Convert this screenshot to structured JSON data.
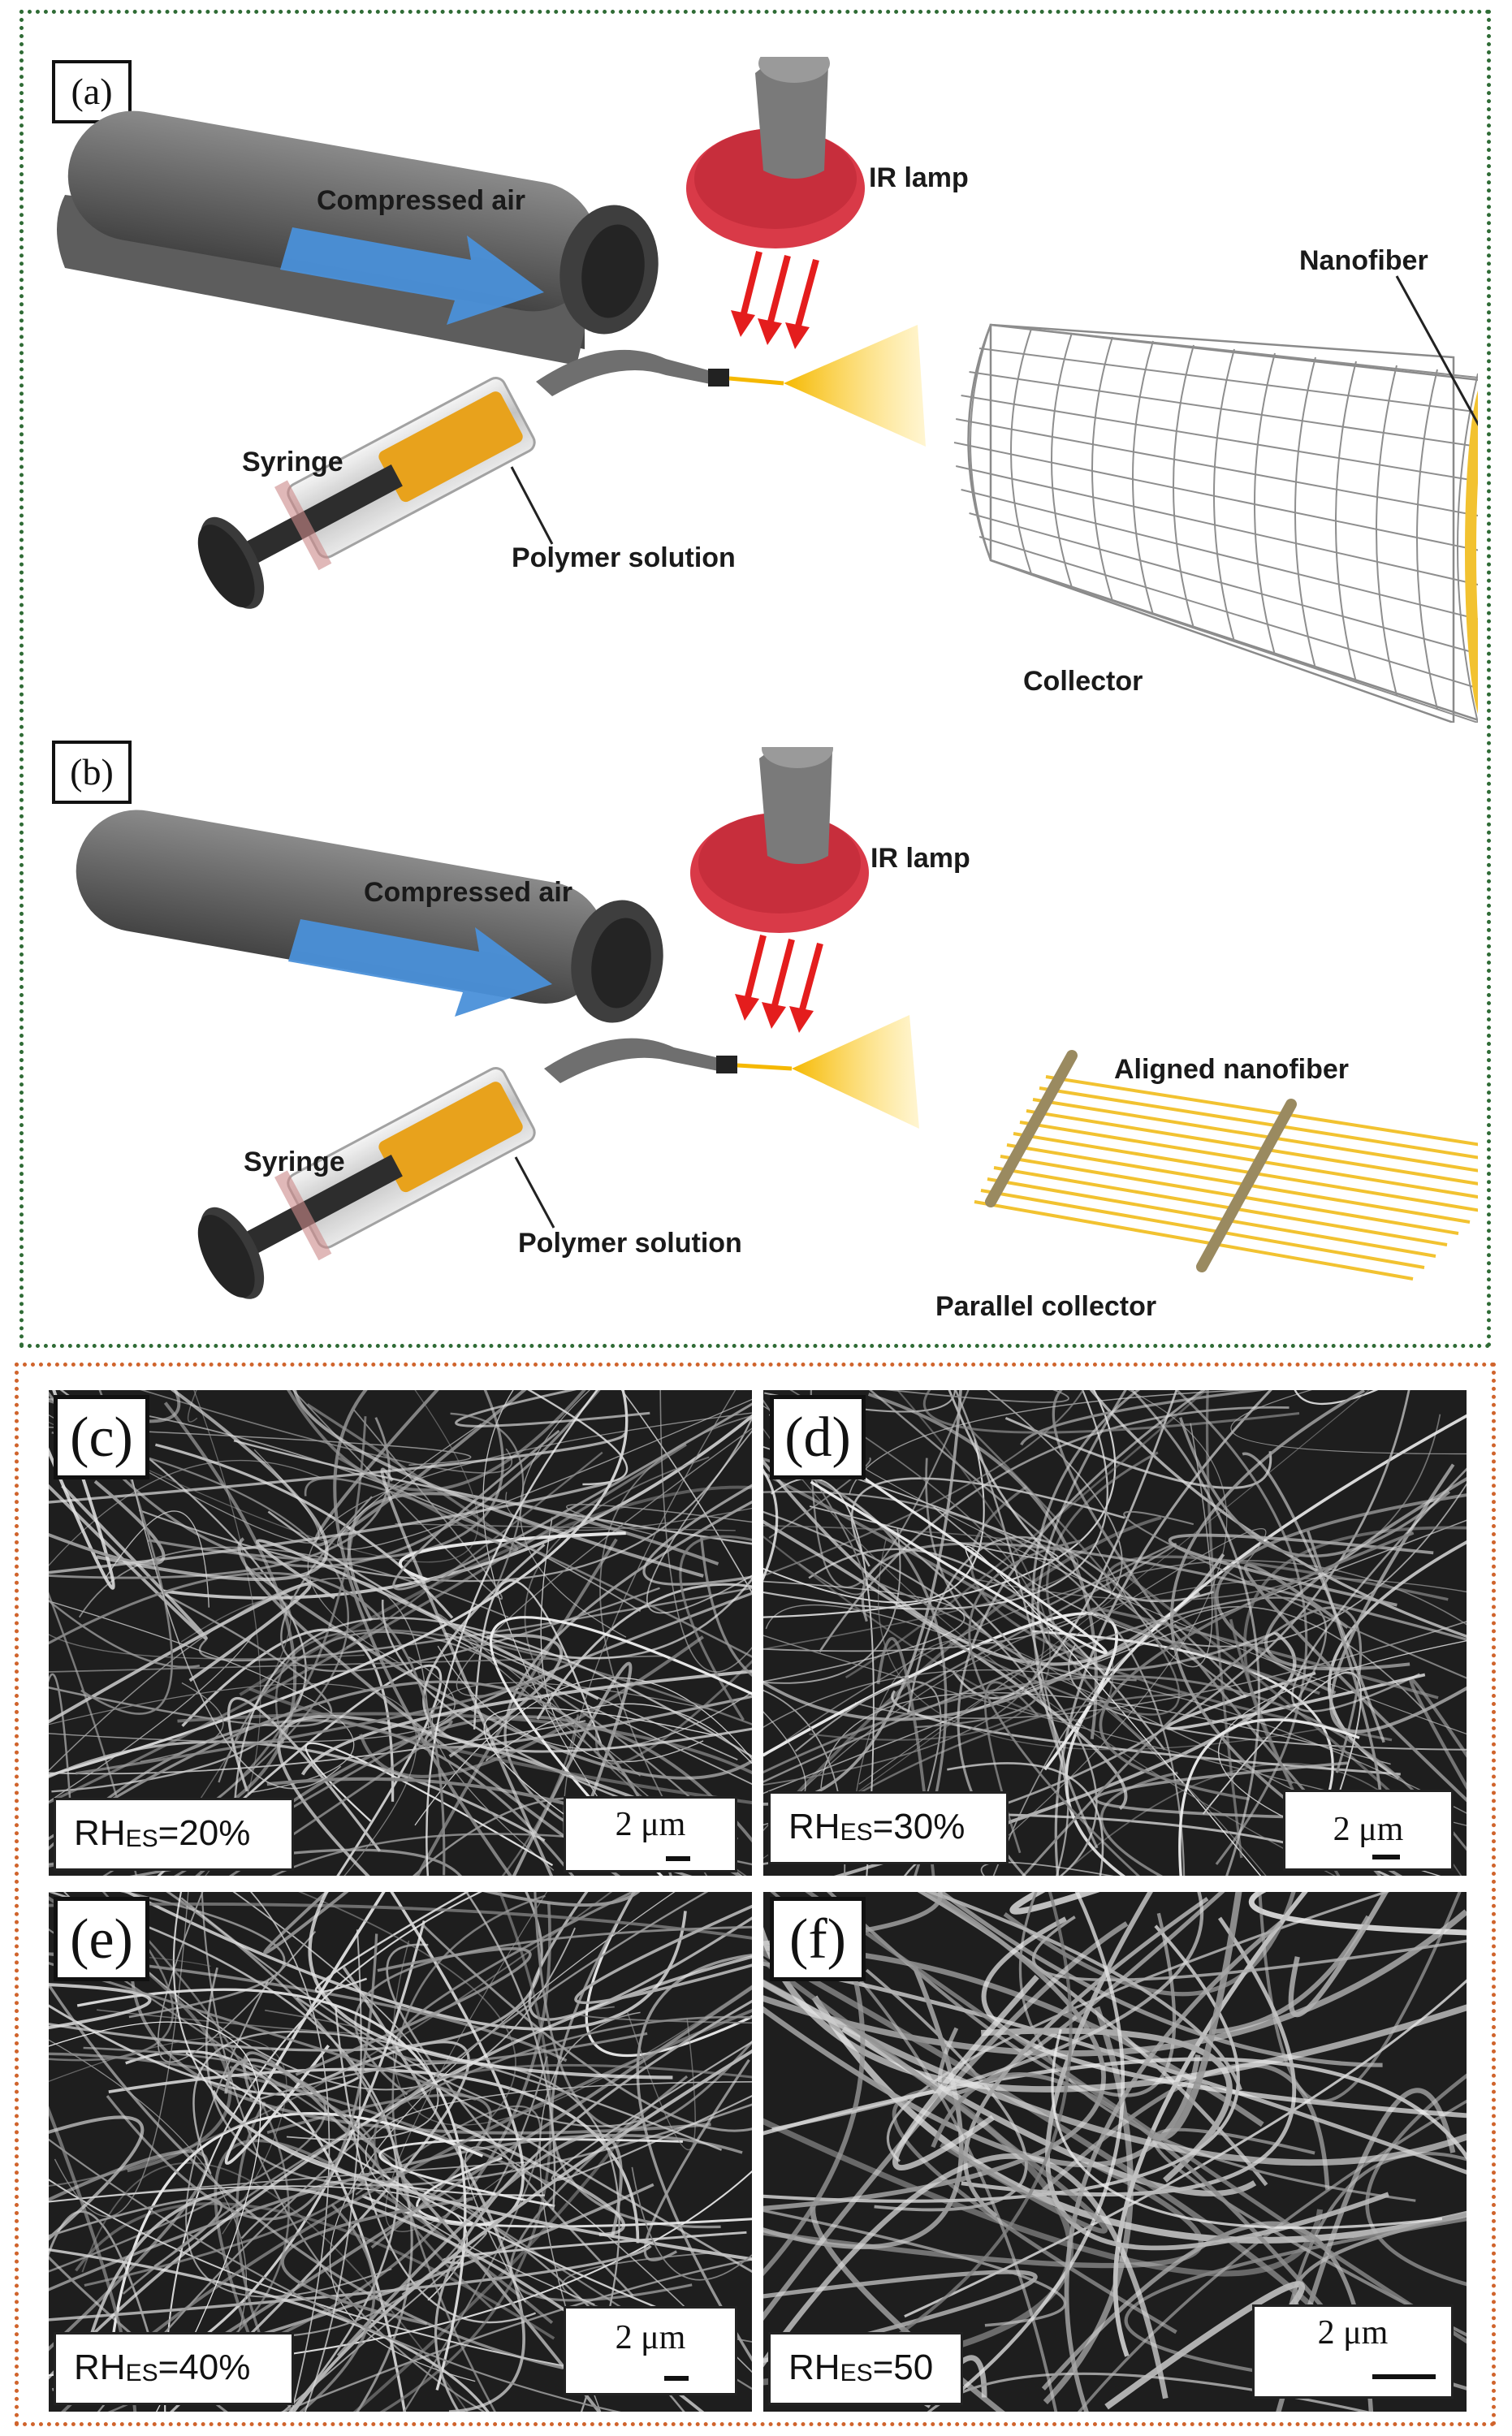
{
  "panels": {
    "a": {
      "letter": "(a)",
      "labels": {
        "compressed_air": "Compressed air",
        "ir_lamp": "IR lamp",
        "syringe": "Syringe",
        "polymer_solution": "Polymer solution",
        "nanofiber": "Nanofiber",
        "collector": "Collector"
      }
    },
    "b": {
      "letter": "(b)",
      "labels": {
        "compressed_air": "Compressed air",
        "ir_lamp": "IR lamp",
        "syringe": "Syringe",
        "polymer_solution": "Polymer solution",
        "aligned_nanofiber": "Aligned nanofiber",
        "parallel_collector": "Parallel collector"
      }
    },
    "c": {
      "letter": "(c)",
      "rh_main": "RH",
      "rh_sub": "ES",
      "rh_value": "=20%",
      "scale": "2 μm"
    },
    "d": {
      "letter": "(d)",
      "rh_main": "RH",
      "rh_sub": "ES",
      "rh_value": "=30%",
      "scale": "2 μm"
    },
    "e": {
      "letter": "(e)",
      "rh_main": "RH",
      "rh_sub": "ES",
      "rh_value": "=40%",
      "scale": "2 μm"
    },
    "f": {
      "letter": "(f)",
      "rh_main": "RH",
      "rh_sub": "ES",
      "rh_value": "=50",
      "scale": "2 μm"
    }
  },
  "colors": {
    "top_frame": "#2f6b35",
    "bottom_frame": "#d0642c",
    "tube": "#6f6f6f",
    "air_arrow": "#4a90d9",
    "ir_lamp": "#d93a48",
    "heat_arrow": "#e41d1d",
    "jet": "#f5b800",
    "polymer": "#e8a21c"
  }
}
